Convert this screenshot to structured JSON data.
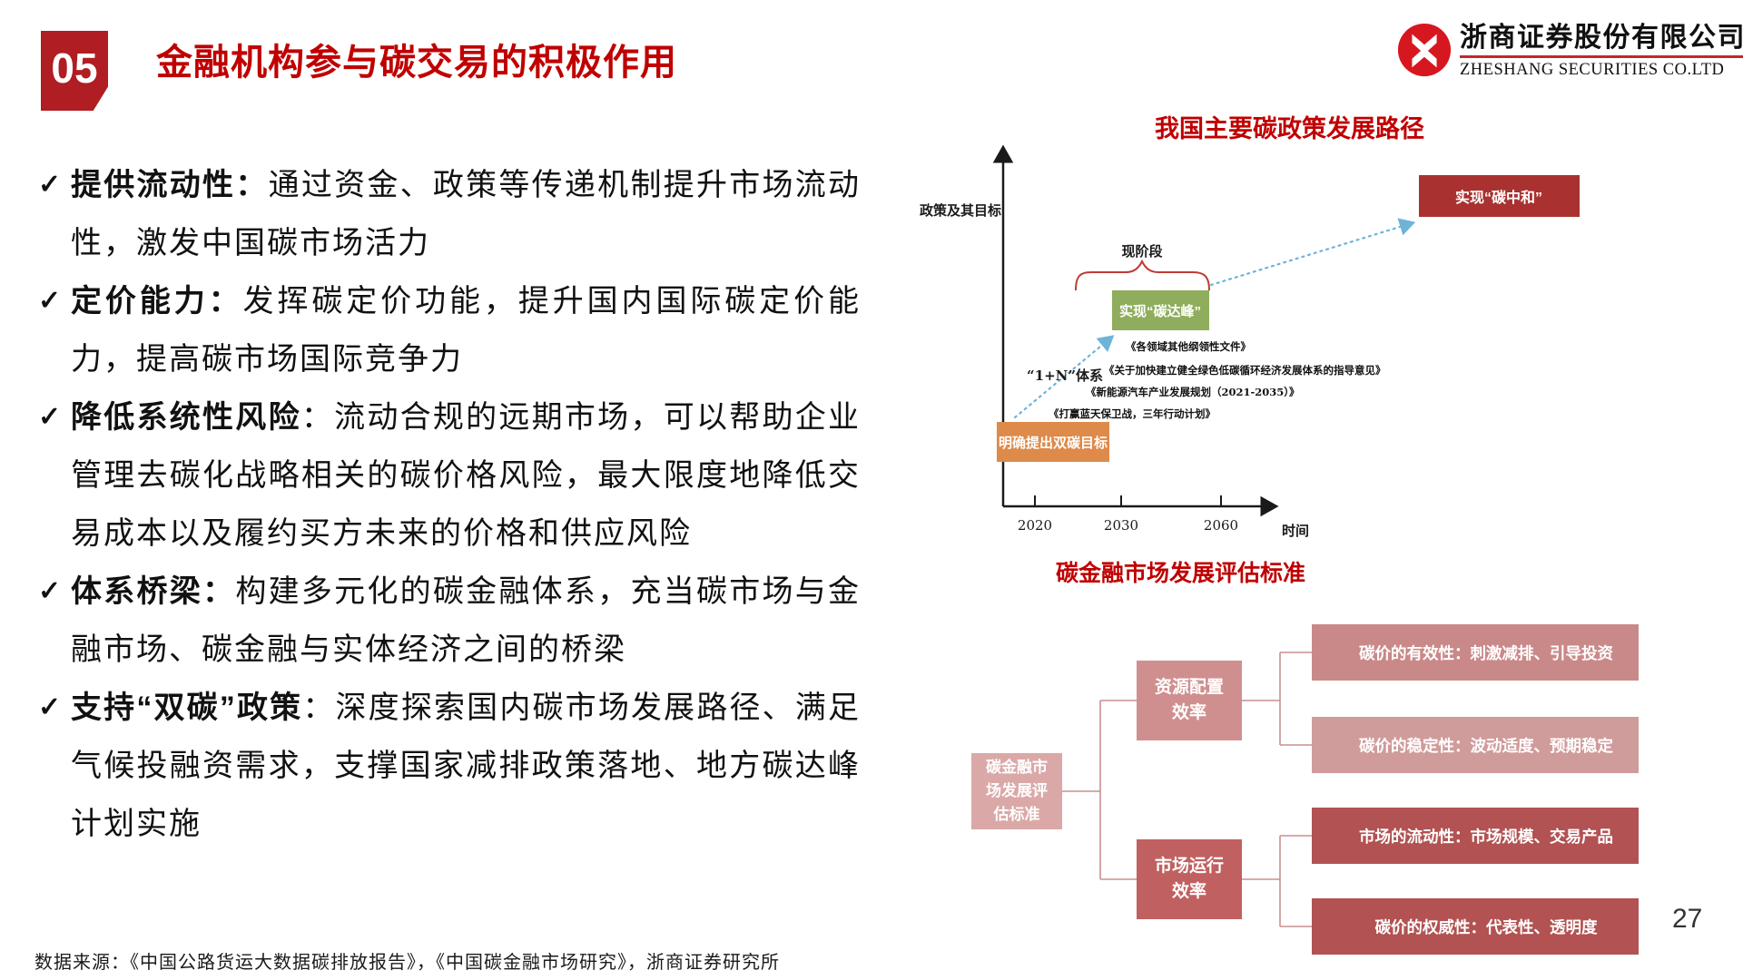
{
  "ui": {
    "check": "✓"
  },
  "header": {
    "section_number": "05",
    "title": "金融机构参与碳交易的积极作用",
    "colors": {
      "accent_red": "#c00000",
      "badge_red": "#b01d22"
    },
    "logo": {
      "company_cn": "浙商证券股份有限公司",
      "company_en": "ZHESHANG SECURITIES CO.LTD"
    }
  },
  "bullets": [
    {
      "label": "提供流动性：",
      "text": "通过资金、政策等传递机制提升市场流动性，激发中国碳市场活力"
    },
    {
      "label": "定价能力：",
      "text": "发挥碳定价功能，提升国内国际碳定价能力，提高碳市场国际竞争力"
    },
    {
      "label": "降低系统性风险",
      "text": "：流动合规的远期市场，可以帮助企业管理去碳化战略相关的碳价格风险，最大限度地降低交易成本以及履约买方未来的价格和供应风险"
    },
    {
      "label": "体系桥梁：",
      "text": "构建多元化的碳金融体系，充当碳市场与金融市场、碳金融与实体经济之间的桥梁"
    },
    {
      "label": "支持“双碳”政策",
      "text": "：深度探索国内碳市场发展路径、满足气候投融资需求，支撑国家减排政策落地、地方碳达峰计划实施"
    }
  ],
  "policy_chart": {
    "title": "我国主要碳政策发展路径",
    "y_axis_label": "政策及其目标",
    "x_axis_label": "时间",
    "x_ticks": [
      "2020",
      "2030",
      "2060"
    ],
    "stage_label": "现阶段",
    "system_label": "“1+N”体系",
    "milestones": {
      "dual_carbon": "明确提出双碳目标",
      "carbon_peak": "实现“碳达峰”",
      "carbon_neutral": "实现“碳中和”"
    },
    "documents": [
      "《各领域其他纲领性文件》",
      "《关于加快建立健全绿色低碳循环经济发展体系的指导意见》",
      "《新能源汽车产业发展规划（2021-2035）》",
      "《打赢蓝天保卫战，三年行动计划》"
    ],
    "colors": {
      "peak_green": "#8fad5c",
      "neutral_red": "#a93230",
      "dual_orange": "#dd8a4a",
      "brace_red": "#bf3a32",
      "arrow_blue": "#6fb3d9"
    }
  },
  "assessment_tree": {
    "title": "碳金融市场发展评估标准",
    "root": "碳金融市场发展评估标准",
    "branches": [
      {
        "label": "资源配置效率",
        "children": [
          {
            "head": "碳价的有效性：",
            "desc": "刺激减排、引导投资"
          },
          {
            "head": "碳价的稳定性：",
            "desc": "波动适度、预期稳定"
          }
        ]
      },
      {
        "label": "市场运行效率",
        "children": [
          {
            "head": "市场的流动性：",
            "desc": "市场规模、交易产品"
          },
          {
            "head": "碳价的权威性：",
            "desc": "代表性、透明度"
          }
        ]
      }
    ],
    "colors": {
      "root": "#dba8a8",
      "branch1": "#d08f8f",
      "branch2": "#c16060",
      "leaf_light": "#ca8989",
      "leaf_lighter": "#d09b9b",
      "leaf_dark": "#b25252"
    }
  },
  "footer": {
    "source": "数据来源：《中国公路货运大数据碳排放报告》，《中国碳金融市场研究》，浙商证券研究所",
    "page_number": "27"
  }
}
